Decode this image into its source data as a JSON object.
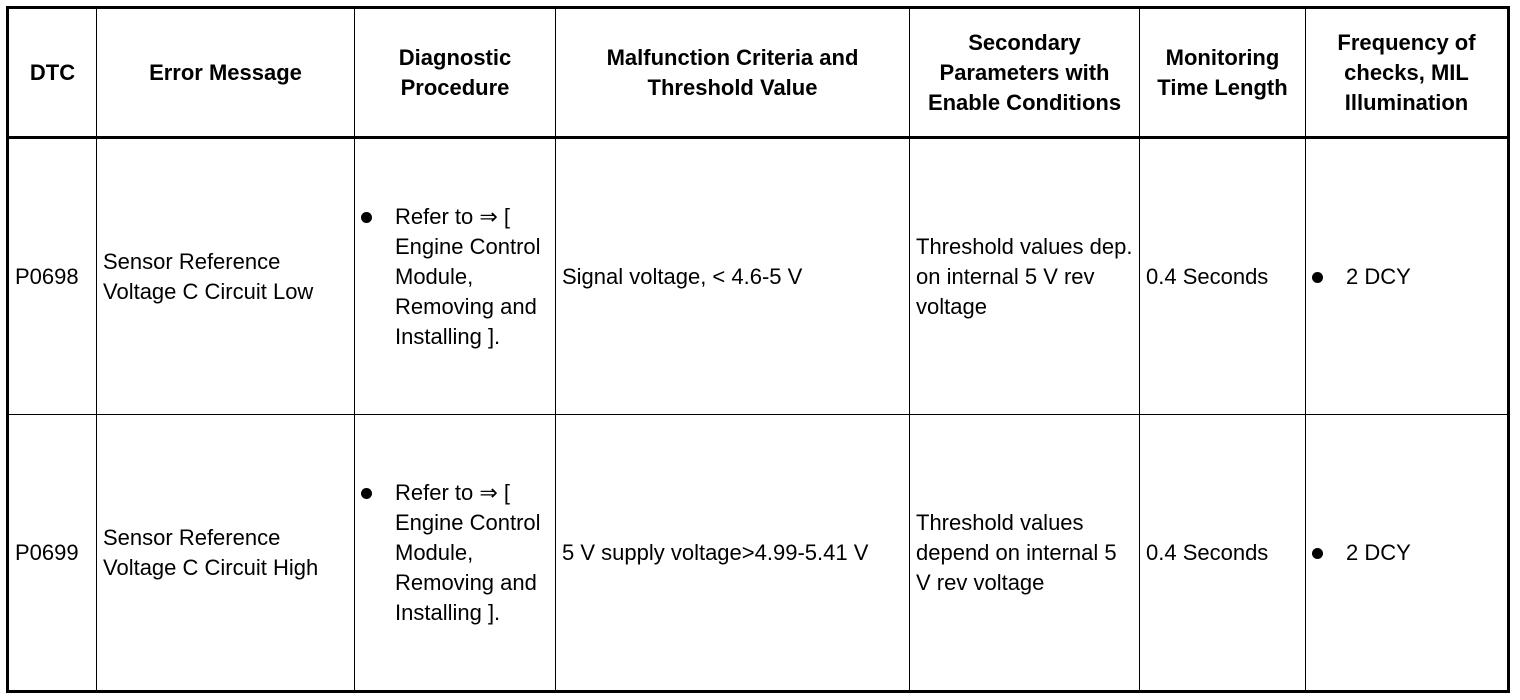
{
  "table": {
    "headers": {
      "dtc": "DTC",
      "error_message": "Error Message",
      "diagnostic_procedure": "Diagnostic Procedure",
      "malfunction_criteria": "Malfunction Criteria and Threshold Value",
      "secondary_parameters": "Secondary Parameters with Enable Conditions",
      "monitoring_time": "Monitoring Time Length",
      "frequency": "Frequency of checks, MIL Illumination"
    },
    "rows": [
      {
        "dtc": "P0698",
        "error_message": "Sensor Reference Voltage C Circuit Low",
        "diagnostic_procedure": "Refer to ⇒ [ Engine Control Module, Removing and Installing ].",
        "malfunction_criteria": "Signal voltage, < 4.6-5 V",
        "secondary_parameters": "Threshold values dep. on internal 5 V rev voltage",
        "monitoring_time": "0.4 Seconds",
        "frequency": "2 DCY"
      },
      {
        "dtc": "P0699",
        "error_message": "Sensor Reference Voltage C Circuit High",
        "diagnostic_procedure": "Refer to ⇒ [ Engine Control Module, Removing and Installing ].",
        "malfunction_criteria": "5 V supply voltage>4.99-5.41 V",
        "secondary_parameters": "Threshold values depend on internal 5 V rev voltage",
        "monitoring_time": "0.4 Seconds",
        "frequency": "2 DCY"
      }
    ]
  }
}
